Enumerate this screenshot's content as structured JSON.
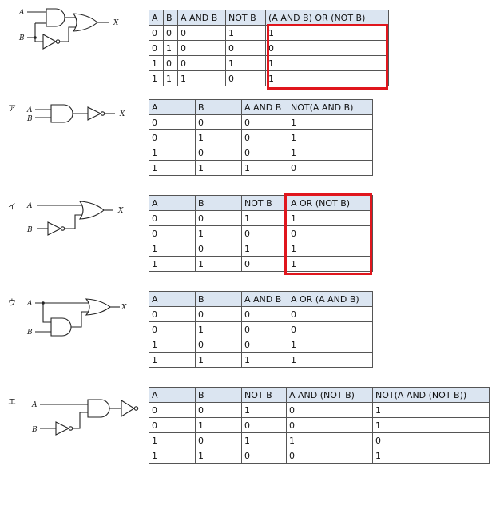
{
  "circuit_labels": {
    "input_a": "A",
    "input_b": "B",
    "output_x": "X",
    "option_a": "ア",
    "option_i": "イ",
    "option_u": "ウ",
    "option_e": "エ"
  },
  "tables": {
    "main": {
      "headers": [
        "A",
        "B",
        "A AND B",
        "NOT B",
        "(A AND B) OR (NOT B)"
      ],
      "rows": [
        [
          "0",
          "0",
          "0",
          "1",
          "1"
        ],
        [
          "0",
          "1",
          "0",
          "0",
          "0"
        ],
        [
          "1",
          "0",
          "0",
          "1",
          "1"
        ],
        [
          "1",
          "1",
          "1",
          "0",
          "1"
        ]
      ]
    },
    "a": {
      "headers": [
        "A",
        "B",
        "A AND B",
        "NOT(A AND B)"
      ],
      "rows": [
        [
          "0",
          "0",
          "0",
          "1"
        ],
        [
          "0",
          "1",
          "0",
          "1"
        ],
        [
          "1",
          "0",
          "0",
          "1"
        ],
        [
          "1",
          "1",
          "1",
          "0"
        ]
      ]
    },
    "i": {
      "headers": [
        "A",
        "B",
        "NOT B",
        "A OR (NOT B)"
      ],
      "rows": [
        [
          "0",
          "0",
          "1",
          "1"
        ],
        [
          "0",
          "1",
          "0",
          "0"
        ],
        [
          "1",
          "0",
          "1",
          "1"
        ],
        [
          "1",
          "1",
          "0",
          "1"
        ]
      ]
    },
    "u": {
      "headers": [
        "A",
        "B",
        "A AND B",
        "A OR (A AND B)"
      ],
      "rows": [
        [
          "0",
          "0",
          "0",
          "0"
        ],
        [
          "0",
          "1",
          "0",
          "0"
        ],
        [
          "1",
          "0",
          "0",
          "1"
        ],
        [
          "1",
          "1",
          "1",
          "1"
        ]
      ]
    },
    "e": {
      "headers": [
        "A",
        "B",
        "NOT B",
        "A AND (NOT B)",
        "NOT(A AND (NOT B))"
      ],
      "rows": [
        [
          "0",
          "0",
          "1",
          "0",
          "1"
        ],
        [
          "0",
          "1",
          "0",
          "0",
          "1"
        ],
        [
          "1",
          "0",
          "1",
          "1",
          "0"
        ],
        [
          "1",
          "1",
          "0",
          "0",
          "1"
        ]
      ]
    }
  },
  "colors": {
    "header_bg": "#dbe5f1",
    "highlight": "#e0161d",
    "border": "#555555"
  }
}
